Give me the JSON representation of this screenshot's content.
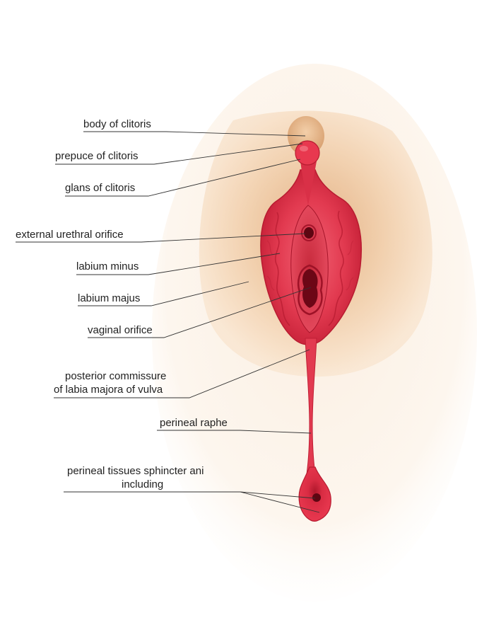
{
  "colors": {
    "skin_light": "#fbeede",
    "skin_mid": "#edc9a0",
    "skin_dark": "#d8a57a",
    "tissue": "#e8384f",
    "tissue_dark": "#b0182c",
    "tissue_deep": "#7a0a18",
    "leader_line": "#333333"
  },
  "labels": {
    "body_of_clitoris": "body of clitoris",
    "prepuce_of_clitoris": "prepuce of clitoris",
    "glans_of_clitoris": "glans of clitoris",
    "external_urethral_orifice": "external urethral orifice",
    "labium_minus": "labium minus",
    "labium_majus": "labium majus",
    "vaginal_orifice": "vaginal orifice",
    "posterior_commissure_line1": "posterior commissure",
    "posterior_commissure_line2": "of labia majora of vulva",
    "perineal_raphe": "perineal raphe",
    "perineal_tissues_line1": "perineal tissues sphincter ani",
    "perineal_tissues_line2": "including"
  }
}
